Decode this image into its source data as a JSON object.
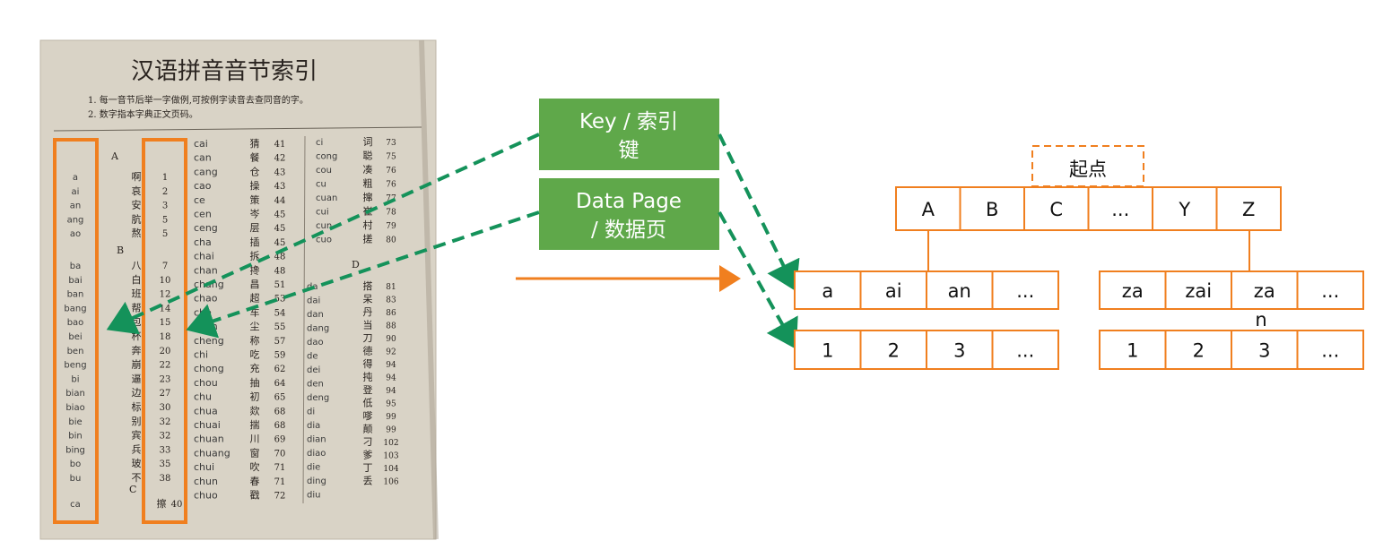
{
  "photo": {
    "title": "汉语拼音音节索引",
    "note_1": "1. 每一音节后举一字做例,可按例字读音去查同音的字。",
    "note_2": "2. 数字指本字典正文页码。",
    "col1_headers": [
      "A",
      "B",
      "C"
    ],
    "col1_syllables_a": [
      "a",
      "ai",
      "an",
      "ang",
      "ao"
    ],
    "col1_syllables_b": [
      "ba",
      "bai",
      "ban",
      "bang",
      "bao",
      "bei",
      "ben",
      "beng",
      "bi",
      "bian",
      "biao",
      "bie",
      "bin",
      "bing",
      "bo",
      "bu"
    ],
    "col1_syllables_c": [
      "ca"
    ],
    "col1_chars_a": [
      "啊",
      "哀",
      "安",
      "肮",
      "熬"
    ],
    "col1_chars_b": [
      "八",
      "白",
      "班",
      "帮",
      "包",
      "杯",
      "奔",
      "崩",
      "逼",
      "边",
      "标",
      "别",
      "宾",
      "兵",
      "玻",
      "不"
    ],
    "col1_chars_c": [
      "擦"
    ],
    "col1_pages_a": [
      "1",
      "2",
      "3",
      "5",
      "5"
    ],
    "col1_pages_b": [
      "7",
      "10",
      "12",
      "14",
      "15",
      "18",
      "20",
      "22",
      "23",
      "27",
      "30",
      "32",
      "32",
      "33",
      "35",
      "38"
    ],
    "col1_pages_c": [
      "40"
    ],
    "col2_syllables": [
      "cai",
      "can",
      "cang",
      "cao",
      "ce",
      "cen",
      "ceng",
      "cha",
      "chai",
      "chan",
      "chang",
      "chao",
      "che",
      "chen",
      "cheng",
      "chi",
      "chong",
      "chou",
      "chu",
      "chua",
      "chuai",
      "chuan",
      "chuang",
      "chui",
      "chun",
      "chuo"
    ],
    "col2_chars": [
      "猜",
      "餐",
      "仓",
      "操",
      "策",
      "岑",
      "层",
      "插",
      "拆",
      "搀",
      "昌",
      "超",
      "车",
      "尘",
      "称",
      "吃",
      "充",
      "抽",
      "初",
      "欻",
      "揣",
      "川",
      "窗",
      "吹",
      "春",
      "戳"
    ],
    "col2_pages": [
      "41",
      "42",
      "43",
      "43",
      "44",
      "45",
      "45",
      "45",
      "48",
      "48",
      "51",
      "53",
      "54",
      "55",
      "57",
      "59",
      "62",
      "64",
      "65",
      "68",
      "68",
      "69",
      "70",
      "71",
      "71",
      "72"
    ],
    "col3_syllables_c": [
      "ci",
      "cong",
      "cou",
      "cu",
      "cuan",
      "cui",
      "cun",
      "cuo"
    ],
    "col3_header_d": "D",
    "col3_syllables_d": [
      "da",
      "dai",
      "dan",
      "dang",
      "dao",
      "de",
      "dei",
      "den",
      "deng",
      "di",
      "dia",
      "dian",
      "diao",
      "die",
      "ding",
      "diu"
    ],
    "col3_chars": [
      "词",
      "聪",
      "凑",
      "粗",
      "撺",
      "崔",
      "村",
      "搓",
      "搭",
      "呆",
      "丹",
      "当",
      "刀",
      "德",
      "得",
      "扽",
      "登",
      "低",
      "嗲",
      "颠",
      "刁",
      "爹",
      "丁",
      "丢"
    ],
    "col3_pages": [
      "73",
      "75",
      "76",
      "76",
      "77",
      "78",
      "79",
      "80",
      "81",
      "83",
      "86",
      "88",
      "90",
      "92",
      "94",
      "94",
      "94",
      "95",
      "99",
      "99",
      "102",
      "103",
      "104",
      "106"
    ]
  },
  "labels": {
    "key_line1": "Key / 索引",
    "key_line2": "键",
    "data_page_line1": "Data Page",
    "data_page_line2": "/ 数据页"
  },
  "tree": {
    "root_label": "起点",
    "root_cells": [
      "A",
      "B",
      "C",
      "...",
      "Y",
      "Z"
    ],
    "left_key_cells": [
      "a",
      "ai",
      "an",
      "..."
    ],
    "left_page_cells": [
      "1",
      "2",
      "3",
      "..."
    ],
    "right_key_cells": [
      "za",
      "zai",
      "za",
      "..."
    ],
    "right_key_overflow": "n",
    "right_page_cells": [
      "1",
      "2",
      "3",
      "..."
    ]
  },
  "colors": {
    "orange": "#f07f1f",
    "green": "#5fa84a",
    "dashed_green": "#14925a",
    "paper": "#d8d2c5"
  }
}
